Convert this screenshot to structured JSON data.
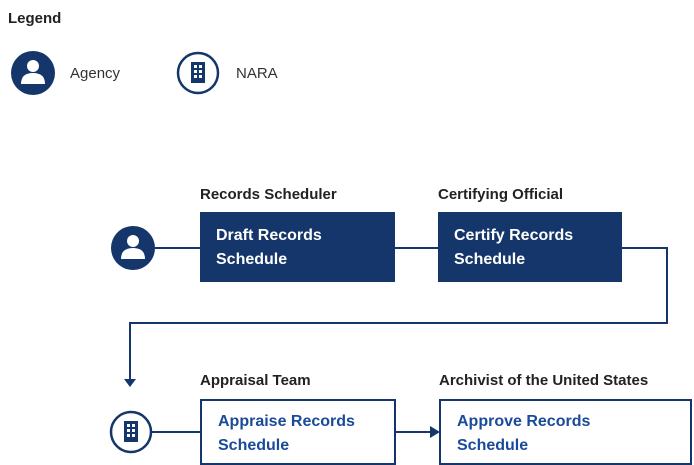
{
  "legend": {
    "title": "Legend",
    "items": [
      {
        "icon": "person-icon",
        "label": "Agency"
      },
      {
        "icon": "building-icon",
        "label": "NARA"
      }
    ]
  },
  "flow": {
    "row1": {
      "actor_icon": "person-icon",
      "steps": [
        {
          "role": "Records Scheduler",
          "line1": "Draft Records",
          "line2": "Schedule"
        },
        {
          "role": "Certifying Official",
          "line1": "Certify Records",
          "line2": "Schedule"
        }
      ]
    },
    "row2": {
      "actor_icon": "building-icon",
      "steps": [
        {
          "role": "Appraisal Team",
          "line1": "Appraise Records",
          "line2": "Schedule"
        },
        {
          "role": "Archivist of the United States",
          "line1": "Approve Records",
          "line2": "Schedule"
        }
      ]
    }
  },
  "colors": {
    "agency_fill": "#14366b",
    "nara_outline": "#14366b",
    "nara_text": "#1a4a9a",
    "connector": "#14366b"
  }
}
